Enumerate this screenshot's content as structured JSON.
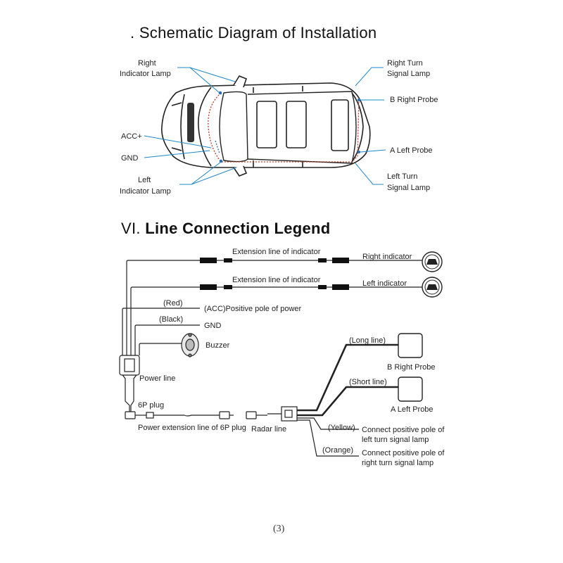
{
  "installation": {
    "title": ". Schematic Diagram of Installation",
    "labels": {
      "right_indicator_lamp": [
        "Right",
        "Indicator Lamp"
      ],
      "right_turn_signal_lamp": [
        "Right Turn",
        "Signal Lamp"
      ],
      "b_right_probe": "B Right Probe",
      "acc": "ACC+",
      "gnd": "GND",
      "a_left_probe": "A Left Probe",
      "left_indicator_lamp": [
        "Left",
        "Indicator Lamp"
      ],
      "left_turn_signal_lamp": [
        "Left Turn",
        "Signal Lamp"
      ]
    },
    "colors": {
      "callout": "#1e88c8",
      "wire_red": "#c0392b",
      "wire_blue": "#2c6fb0"
    }
  },
  "legend": {
    "title_numeral": "VI.",
    "title_text": "Line Connection Legend",
    "labels": {
      "extension_line_1": "Extension line of indicator",
      "extension_line_2": "Extension line of indicator",
      "right_indicator": "Right indicator",
      "left_indicator": "Left indicator",
      "red": "(Red)",
      "acc_positive": "(ACC)Positive pole of power",
      "black": "(Black)",
      "gnd": "GND",
      "buzzer": "Buzzer",
      "power_line": "Power line",
      "six_p_plug": "6P plug",
      "power_extension": "Power extension line of 6P plug",
      "radar_line": "Radar line",
      "long_line": "(Long line)",
      "b_right_probe": "B Right Probe",
      "short_line": "(Short line)",
      "a_left_probe": "A Left Probe",
      "yellow": "(Yellow)",
      "connect_left": [
        "Connect positive pole of",
        "left turn signal lamp"
      ],
      "orange": "(Orange)",
      "connect_right": [
        "Connect positive pole of",
        "right turn signal lamp"
      ]
    }
  },
  "page_number": "(3)"
}
